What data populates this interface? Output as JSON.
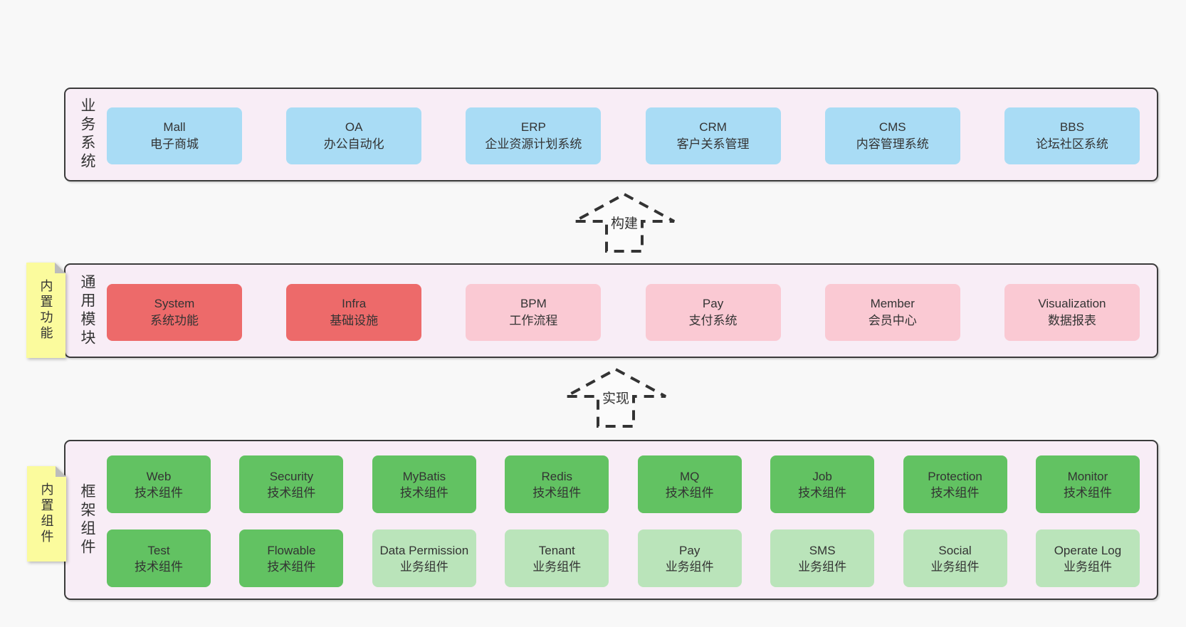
{
  "diagram": {
    "bands": {
      "business": {
        "label": "业务系统",
        "boxes": [
          {
            "name": "Mall",
            "desc": "电子商城"
          },
          {
            "name": "OA",
            "desc": "办公自动化"
          },
          {
            "name": "ERP",
            "desc": "企业资源计划系统"
          },
          {
            "name": "CRM",
            "desc": "客户关系管理"
          },
          {
            "name": "CMS",
            "desc": "内容管理系统"
          },
          {
            "name": "BBS",
            "desc": "论坛社区系统"
          }
        ]
      },
      "modules": {
        "label": "通用模块",
        "sticky": "内置功能",
        "boxes": [
          {
            "name": "System",
            "desc": "系统功能"
          },
          {
            "name": "Infra",
            "desc": "基础设施"
          },
          {
            "name": "BPM",
            "desc": "工作流程"
          },
          {
            "name": "Pay",
            "desc": "支付系统"
          },
          {
            "name": "Member",
            "desc": "会员中心"
          },
          {
            "name": "Visualization",
            "desc": "数据报表"
          }
        ]
      },
      "components": {
        "label": "框架组件",
        "sticky": "内置组件",
        "row1": [
          {
            "name": "Web",
            "desc": "技术组件"
          },
          {
            "name": "Security",
            "desc": "技术组件"
          },
          {
            "name": "MyBatis",
            "desc": "技术组件"
          },
          {
            "name": "Redis",
            "desc": "技术组件"
          },
          {
            "name": "MQ",
            "desc": "技术组件"
          },
          {
            "name": "Job",
            "desc": "技术组件"
          },
          {
            "name": "Protection",
            "desc": "技术组件"
          },
          {
            "name": "Monitor",
            "desc": "技术组件"
          }
        ],
        "row2": [
          {
            "name": "Test",
            "desc": "技术组件"
          },
          {
            "name": "Flowable",
            "desc": "技术组件"
          },
          {
            "name": "Data Permission",
            "desc": "业务组件"
          },
          {
            "name": "Tenant",
            "desc": "业务组件"
          },
          {
            "name": "Pay",
            "desc": "业务组件"
          },
          {
            "name": "SMS",
            "desc": "业务组件"
          },
          {
            "name": "Social",
            "desc": "业务组件"
          },
          {
            "name": "Operate Log",
            "desc": "业务组件"
          }
        ]
      }
    },
    "arrows": {
      "build": "构建",
      "implement": "实现"
    },
    "colors": {
      "blue": "#a9dcf5",
      "red": "#ed6a6a",
      "pink": "#fac9d3",
      "green": "#62c262",
      "green_light": "#bae4ba",
      "band": "#f8edf6",
      "sticky": "#fbfb9d",
      "border": "#3b3b3b",
      "page": "#f8f8f8",
      "text": "#333333",
      "fold": "#bcbcbc"
    }
  }
}
